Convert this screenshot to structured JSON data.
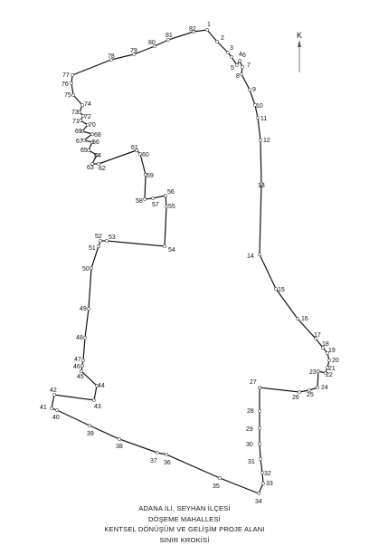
{
  "north": {
    "label": "K",
    "icon": "north-arrow-icon"
  },
  "caption": {
    "line1": "ADANA İLİ, SEYHAN İLÇESİ",
    "line2": "DÖŞEME MAHALLESİ",
    "line3": "KENTSEL DÖNÜŞÜM VE GELİŞİM PROJE ALANI",
    "line4": "SINIR KROKİSİ"
  },
  "boundary": {
    "color": "#111111",
    "vertices": [
      "1",
      "2",
      "3",
      "4",
      "5",
      "6",
      "7",
      "8",
      "9",
      "10",
      "11",
      "12",
      "13",
      "14",
      "15",
      "16",
      "17",
      "18",
      "19",
      "20",
      "21",
      "22",
      "23",
      "24",
      "25",
      "26",
      "27",
      "28",
      "29",
      "30",
      "31",
      "32",
      "33",
      "34",
      "35",
      "36",
      "37",
      "38",
      "39",
      "40",
      "41",
      "42",
      "43",
      "44",
      "45",
      "46",
      "47",
      "48",
      "49",
      "50",
      "51",
      "52",
      "53",
      "54",
      "55",
      "56",
      "57",
      "58",
      "59",
      "60",
      "61",
      "62",
      "63",
      "64",
      "65",
      "66",
      "67",
      "68",
      "69",
      "70",
      "71",
      "72",
      "73",
      "74",
      "75",
      "76",
      "77",
      "78",
      "79",
      "80",
      "81",
      "82"
    ]
  }
}
